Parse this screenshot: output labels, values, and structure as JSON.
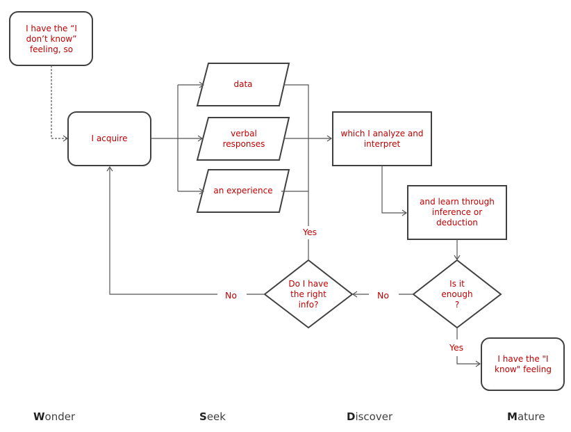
{
  "nodes": {
    "wonder_start": "I have the “I don’t know” feeling, so",
    "acquire": "I acquire",
    "data": "data",
    "verbal": "verbal responses",
    "experience": "an experience",
    "analyze": "which I analyze and interpret",
    "learn": "and learn through inference or deduction",
    "enough": "Is it enough ?",
    "right_info": "Do I have the right info?",
    "know_end": "I have the \"I know\" feeling"
  },
  "edge_labels": {
    "yes_right_info": "Yes",
    "no_right_info": "No",
    "no_enough": "No",
    "yes_enough": "Yes"
  },
  "phases": [
    {
      "initial": "W",
      "rest": "onder"
    },
    {
      "initial": "S",
      "rest": "eek"
    },
    {
      "initial": "D",
      "rest": "iscover"
    },
    {
      "initial": "M",
      "rest": "ature"
    }
  ],
  "colors": {
    "text_accent": "#c00000",
    "stroke": "#404040"
  }
}
